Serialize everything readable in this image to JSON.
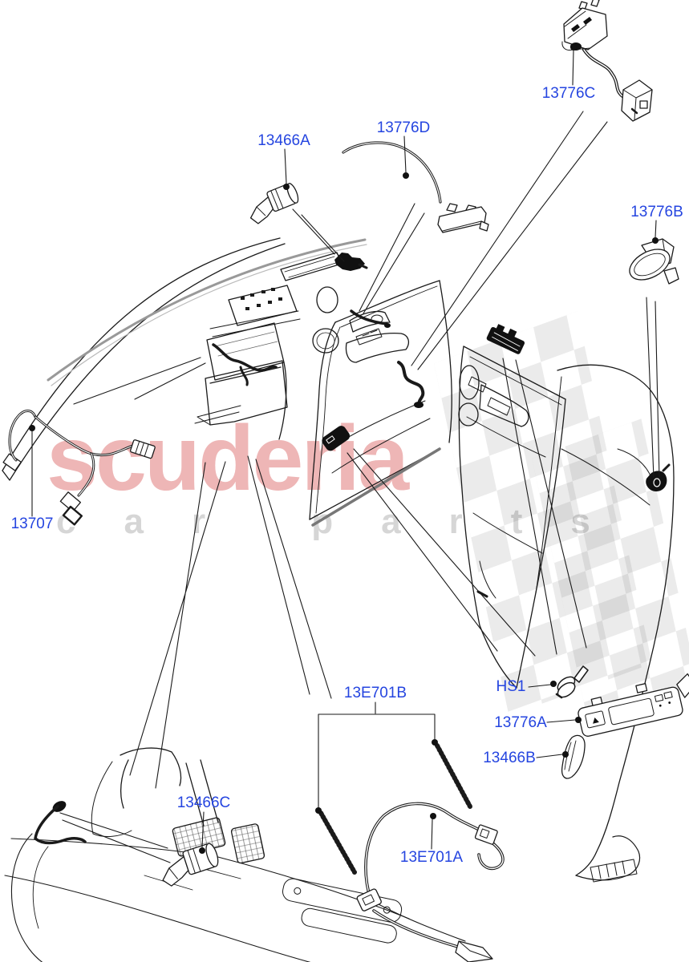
{
  "document": {
    "type": "parts-exploded-diagram",
    "subject": "Interior lamps and wiring"
  },
  "watermark": {
    "brand": "scuderia",
    "tagline": "car parts"
  },
  "colors": {
    "label_blue": "#2545e0",
    "line": "#1a1a1a",
    "soft": "#999999",
    "wm_pink": "#eeb6b6",
    "wm_gray": "#d6d6d6",
    "checker": "rgba(0,0,0,0.08)"
  },
  "labels": [
    {
      "id": "13776C",
      "text": "13776C"
    },
    {
      "id": "13776D",
      "text": "13776D"
    },
    {
      "id": "13466A",
      "text": "13466A"
    },
    {
      "id": "13776B",
      "text": "13776B"
    },
    {
      "id": "13707",
      "text": "13707"
    },
    {
      "id": "13E701B",
      "text": "13E701B"
    },
    {
      "id": "HS1",
      "text": "HS1"
    },
    {
      "id": "13776A",
      "text": "13776A"
    },
    {
      "id": "13466B",
      "text": "13466B"
    },
    {
      "id": "13466C",
      "text": "13466C"
    },
    {
      "id": "13E701A",
      "text": "13E701A"
    }
  ]
}
